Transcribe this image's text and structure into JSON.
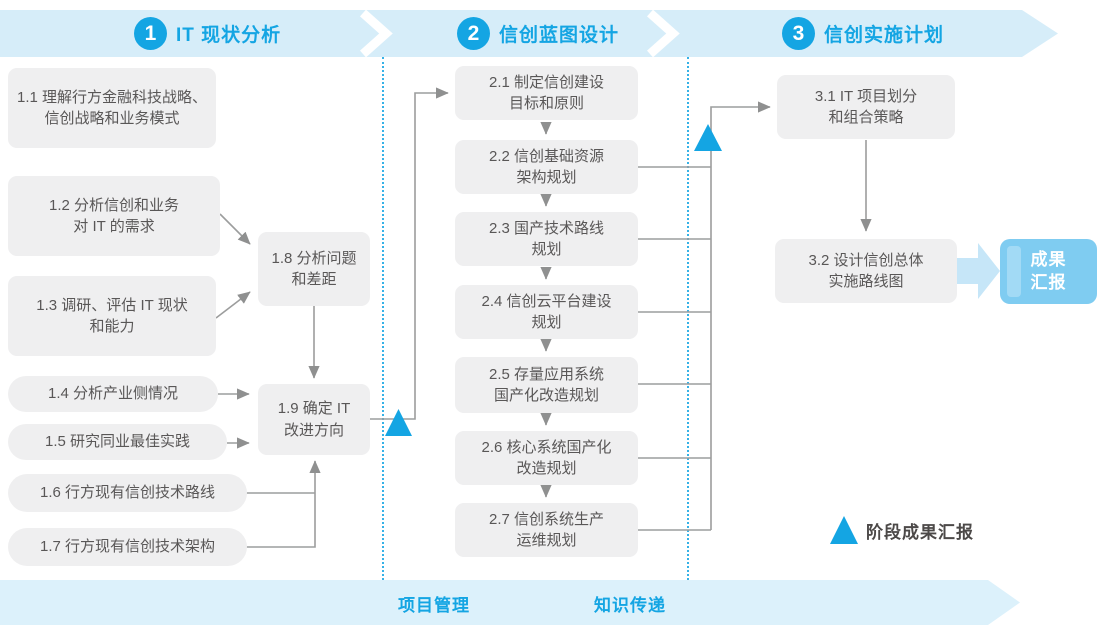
{
  "colors": {
    "accent": "#14a5e3",
    "band": "#d6edf9",
    "band_bottom": "#dcf1fb",
    "box_bg": "#efeff0",
    "box_text": "#595757",
    "connector": "#9c9d9d",
    "report_bg": "#7fccf1",
    "report_stripe": "#a2daf5",
    "big_arrow": "#c6e6f8",
    "legend_text": "#4c4948"
  },
  "phases": [
    {
      "number": "1",
      "title": "IT 现状分析"
    },
    {
      "number": "2",
      "title": "信创蓝图设计"
    },
    {
      "number": "3",
      "title": "信创实施计划"
    }
  ],
  "tasks": {
    "t1_1": [
      "1.1 理解行方金融科技战略、",
      "信创战略和业务模式"
    ],
    "t1_2": [
      "1.2 分析信创和业务",
      "对 IT 的需求"
    ],
    "t1_3": [
      "1.3 调研、评估 IT 现状",
      "和能力"
    ],
    "t1_4": [
      "1.4 分析产业侧情况"
    ],
    "t1_5": [
      "1.5 研究同业最佳实践"
    ],
    "t1_6": [
      "1.6 行方现有信创技术路线"
    ],
    "t1_7": [
      "1.7 行方现有信创技术架构"
    ],
    "t1_8": [
      "1.8 分析问题",
      "和差距"
    ],
    "t1_9": [
      "1.9 确定 IT",
      "改进方向"
    ],
    "t2_1": [
      "2.1 制定信创建设",
      "目标和原则"
    ],
    "t2_2": [
      "2.2 信创基础资源",
      "架构规划"
    ],
    "t2_3": [
      "2.3 国产技术路线",
      "规划"
    ],
    "t2_4": [
      "2.4 信创云平台建设",
      "规划"
    ],
    "t2_5": [
      "2.5 存量应用系统",
      "国产化改造规划"
    ],
    "t2_6": [
      "2.6 核心系统国产化",
      "改造规划"
    ],
    "t2_7": [
      "2.7 信创系统生产",
      "运维规划"
    ],
    "t3_1": [
      "3.1 IT 项目划分",
      "和组合策略"
    ],
    "t3_2": [
      "3.2 设计信创总体",
      "实施路线图"
    ]
  },
  "report_box": {
    "line1": "成果",
    "line2": "汇报"
  },
  "legend": {
    "label": "阶段成果汇报"
  },
  "bottom": {
    "left_label": "项目管理",
    "right_label": "知识传递"
  }
}
